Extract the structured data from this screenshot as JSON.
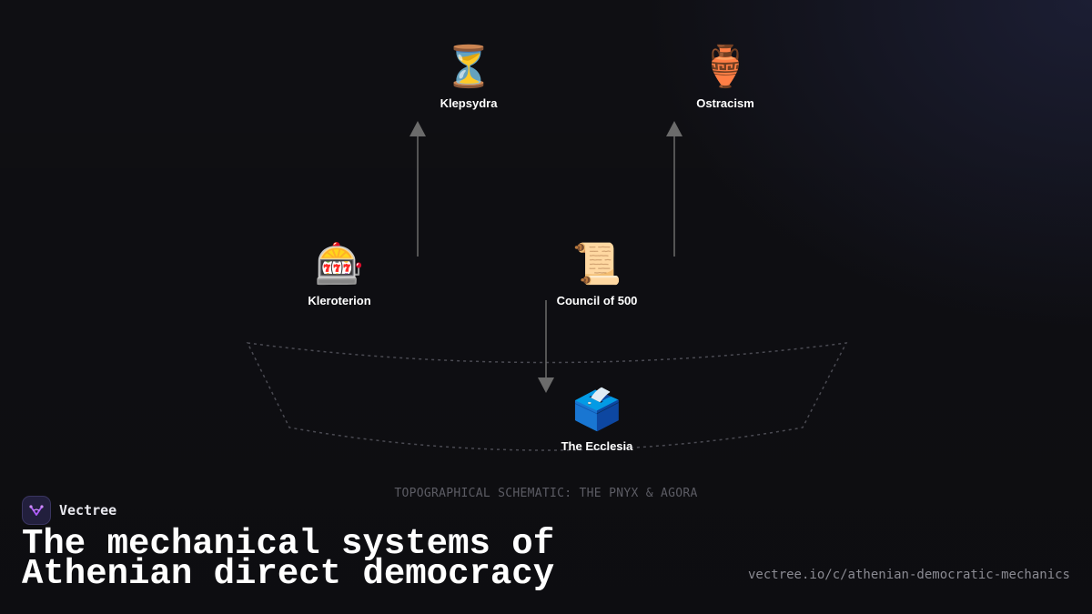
{
  "diagram": {
    "nodes": [
      {
        "id": "klepsydra",
        "label": "Klepsydra",
        "icon": "hourglass-icon",
        "glyph": "⏳"
      },
      {
        "id": "ostracism",
        "label": "Ostracism",
        "icon": "amphora-icon",
        "glyph": "🏺"
      },
      {
        "id": "kleroterion",
        "label": "Kleroterion",
        "icon": "slot-machine-icon",
        "glyph": "🎰"
      },
      {
        "id": "council",
        "label": "Council of 500",
        "icon": "scroll-icon",
        "glyph": "📜"
      },
      {
        "id": "ecclesia",
        "label": "The Ecclesia",
        "icon": "ballot-box-icon",
        "glyph": "🗳️"
      }
    ],
    "edges": [
      {
        "from": "kleroterion",
        "to": "klepsydra"
      },
      {
        "from": "council",
        "to": "ostracism"
      },
      {
        "from": "council",
        "to": "ecclesia"
      }
    ],
    "caption": "TOPOGRAPHICAL SCHEMATIC: THE PNYX & AGORA"
  },
  "brand": {
    "name": "Vectree",
    "logo_icon": "vectree-logo-icon"
  },
  "title": "The mechanical systems of Athenian direct democracy",
  "url": "vectree.io/c/athenian-democratic-mechanics",
  "colors": {
    "background": "#0f0f13",
    "connector": "#6b6b6b",
    "outline": "#4a4a52",
    "logo_accent": "#b05cff"
  }
}
